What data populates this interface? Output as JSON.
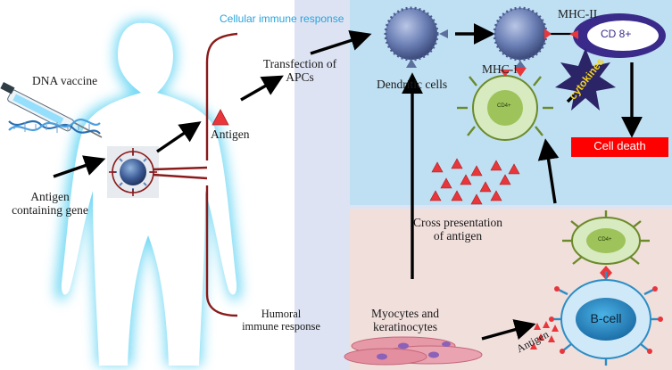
{
  "labels": {
    "cellular": "Cellular immune response",
    "dna_vaccine": "DNA vaccine",
    "antigen_gene_1": "Antigen",
    "antigen_gene_2": "containing gene",
    "antigen": "Antigen",
    "transfection_1": "Transfection of",
    "transfection_2": "APCs",
    "dendritic": "Dendritic cells",
    "mhc2": "MHC-II",
    "mhc1": "MHC-I",
    "cd8": "CD 8+",
    "cytokines": "cytokines",
    "cd4": "CD4+",
    "cell_death": "Cell death",
    "cross_1": "Cross presentation",
    "cross_2": "of antigen",
    "humoral_1": "Humoral",
    "humoral_2": "immune response",
    "myocytes_1": "Myocytes and",
    "myocytes_2": "keratinocytes",
    "antigen_small": "Antigen",
    "bcell": "B-cell"
  },
  "colors": {
    "body_glow": "#5fd3f3",
    "lavender_panel": "#dde3f3",
    "blue_panel": "#bfe0f2",
    "pink_panel": "#f1dfdc",
    "cellular_text": "#29a3dc",
    "cell_death_bg": "#ff0000",
    "antigen_red": "#e8363b",
    "bracket": "#8b1a1a",
    "cd8_purple": "#3a2a8a",
    "cytokines_star": "#2b2466",
    "bcell_blue": "#2c8dc4"
  }
}
